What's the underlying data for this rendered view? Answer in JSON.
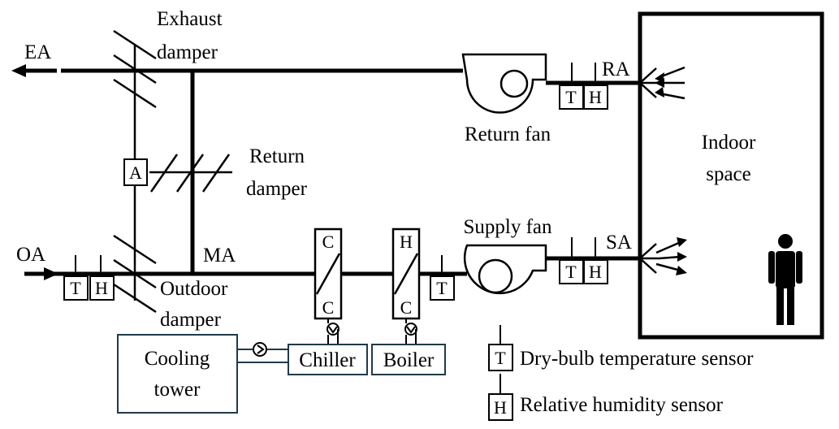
{
  "labels": {
    "ea": "EA",
    "oa": "OA",
    "ma": "MA",
    "ra": "RA",
    "sa": "SA",
    "exhaust_damper_1": "Exhaust",
    "exhaust_damper_2": "damper",
    "return_damper_1": "Return",
    "return_damper_2": "damper",
    "outdoor_damper_1": "Outdoor",
    "outdoor_damper_2": "damper",
    "return_fan": "Return fan",
    "supply_fan": "Supply fan",
    "indoor_1": "Indoor",
    "indoor_2": "space"
  },
  "equipment": {
    "cooling_tower_1": "Cooling",
    "cooling_tower_2": "tower",
    "chiller": "Chiller",
    "boiler": "Boiler",
    "cooling_coil_top": "C",
    "cooling_coil_bottom": "C",
    "heating_coil_top": "H",
    "heating_coil_bottom": "C",
    "actuator": "A"
  },
  "sensors": {
    "t": "T",
    "h": "H"
  },
  "legend": {
    "t_symbol": "T",
    "t_label": "Dry-bulb temperature sensor",
    "h_symbol": "H",
    "h_label": "Relative humidity sensor"
  }
}
